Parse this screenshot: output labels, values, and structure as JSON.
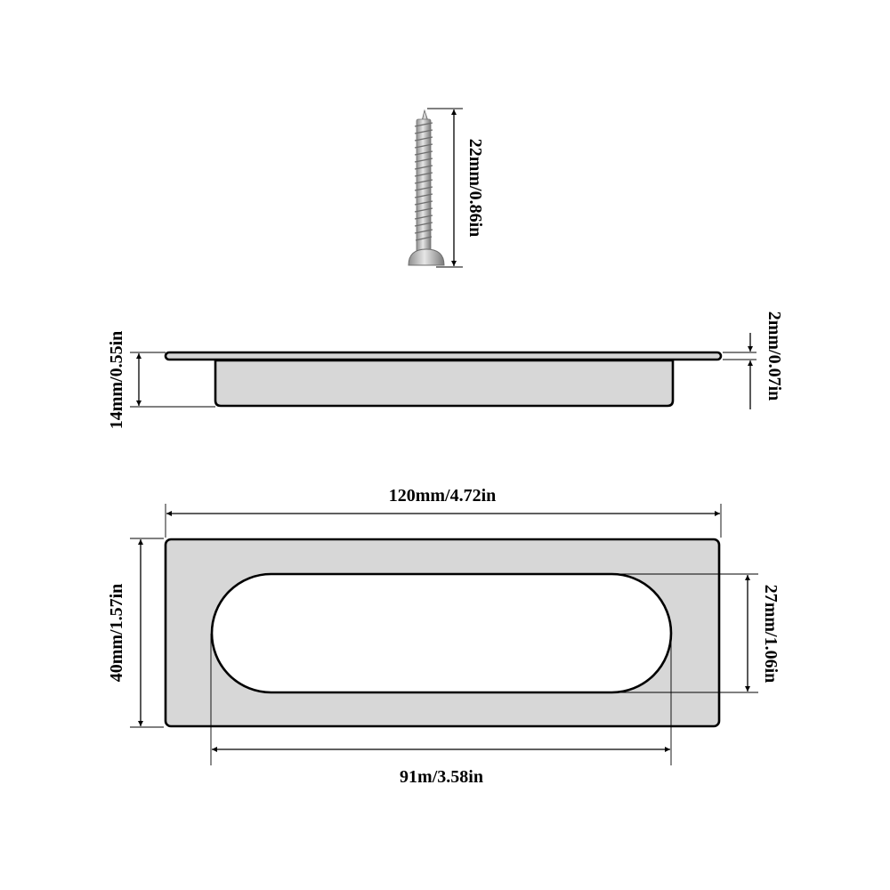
{
  "colors": {
    "background": "#ffffff",
    "part_fill": "#d7d7d7",
    "cutout_fill": "#ffffff",
    "outline": "#000000",
    "screw_metal": "#b9b9b9"
  },
  "icons": {
    "screw": "screw-icon"
  },
  "screw": {
    "length_label": "22mm/0.86in"
  },
  "side_view": {
    "height_label": "14mm/0.55in",
    "flange_label": "2mm/0.07in"
  },
  "top_view": {
    "width_label": "120mm/4.72in",
    "height_label": "40mm/1.57in",
    "opening_height_label": "27mm/1.06in",
    "opening_width_label": "91m/3.58in"
  }
}
